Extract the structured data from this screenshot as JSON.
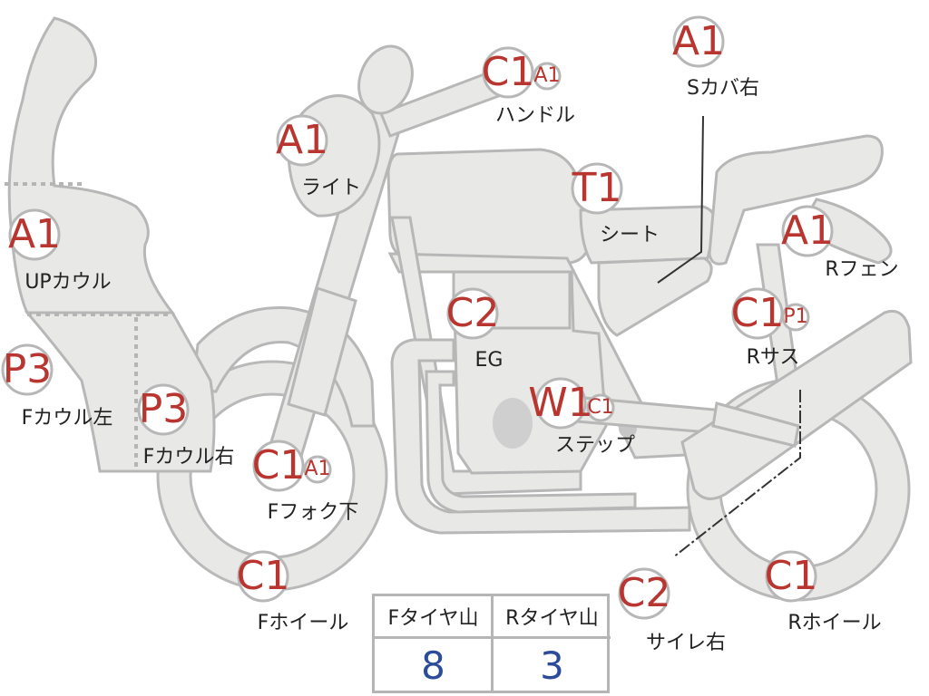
{
  "markers": [
    {
      "id": "light",
      "code": "A1",
      "label": "ライト"
    },
    {
      "id": "handle",
      "code": "C1",
      "sub": "A1",
      "label": "ハンドル"
    },
    {
      "id": "scover",
      "code": "A1",
      "label": "Sカバ右"
    },
    {
      "id": "seat",
      "code": "T1",
      "label": "シート"
    },
    {
      "id": "rfender",
      "code": "A1",
      "label": "Rフェン"
    },
    {
      "id": "upcowl",
      "code": "A1",
      "label": "UPカウル"
    },
    {
      "id": "fcowl-left",
      "code": "P3",
      "label": "Fカウル左"
    },
    {
      "id": "fcowl-right",
      "code": "P3",
      "label": "Fカウル右"
    },
    {
      "id": "engine",
      "code": "C2",
      "label": "EG"
    },
    {
      "id": "rsus",
      "code": "C1",
      "sub": "P1",
      "label": "Rサス"
    },
    {
      "id": "step",
      "code": "W1",
      "sub": "C1",
      "label": "ステップ"
    },
    {
      "id": "ffork",
      "code": "C1",
      "sub": "A1",
      "label": "Fフォク下"
    },
    {
      "id": "fwheel",
      "code": "C1",
      "label": "Fホイール"
    },
    {
      "id": "muffler",
      "code": "C2",
      "label": "サイレ右"
    },
    {
      "id": "rwheel",
      "code": "C1",
      "label": "Rホイール"
    }
  ],
  "tire_table": {
    "headers": [
      "Fタイヤ山",
      "Rタイヤ山"
    ],
    "values": [
      "8",
      "3"
    ]
  },
  "colors": {
    "code_red": "#b9352f",
    "value_blue": "#2c4c9b",
    "part_fill": "#e8e8e7",
    "outline": "#b7b7b7"
  }
}
